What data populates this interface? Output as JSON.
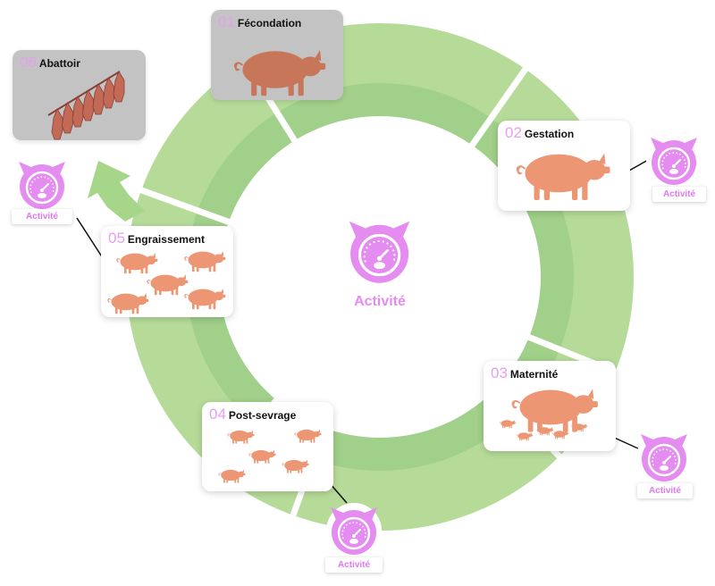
{
  "colors": {
    "ring_outer": "#b6db99",
    "ring_inner": "#a0d08a",
    "arrow": "#a6d68a",
    "pig": "#ec9674",
    "pig_dark": "#c8765a",
    "accent_pink": "#e48cf0",
    "number_pink": "#e79ef0",
    "card_grey": "#c3c3c3"
  },
  "center": {
    "label": "Activité",
    "icon": "activity-gauge-pig-icon"
  },
  "stages": [
    {
      "number": "01",
      "title": "Fécondation",
      "icon": "boar-icon"
    },
    {
      "number": "02",
      "title": "Gestation",
      "icon": "sow-icon"
    },
    {
      "number": "03",
      "title": "Maternité",
      "icon": "sow-with-piglets-icon"
    },
    {
      "number": "04",
      "title": "Post-sevrage",
      "icon": "piglets-icon"
    },
    {
      "number": "05",
      "title": "Engraissement",
      "icon": "fattening-pigs-icon"
    },
    {
      "number": "06",
      "title": "Abattoir",
      "icon": "carcasses-icon"
    }
  ],
  "badges": [
    {
      "label": "Activité",
      "icon": "activity-gauge-pig-icon"
    },
    {
      "label": "Activité",
      "icon": "activity-gauge-pig-icon"
    },
    {
      "label": "Activité",
      "icon": "activity-gauge-pig-icon"
    },
    {
      "label": "Activité",
      "icon": "activity-gauge-pig-icon"
    }
  ]
}
